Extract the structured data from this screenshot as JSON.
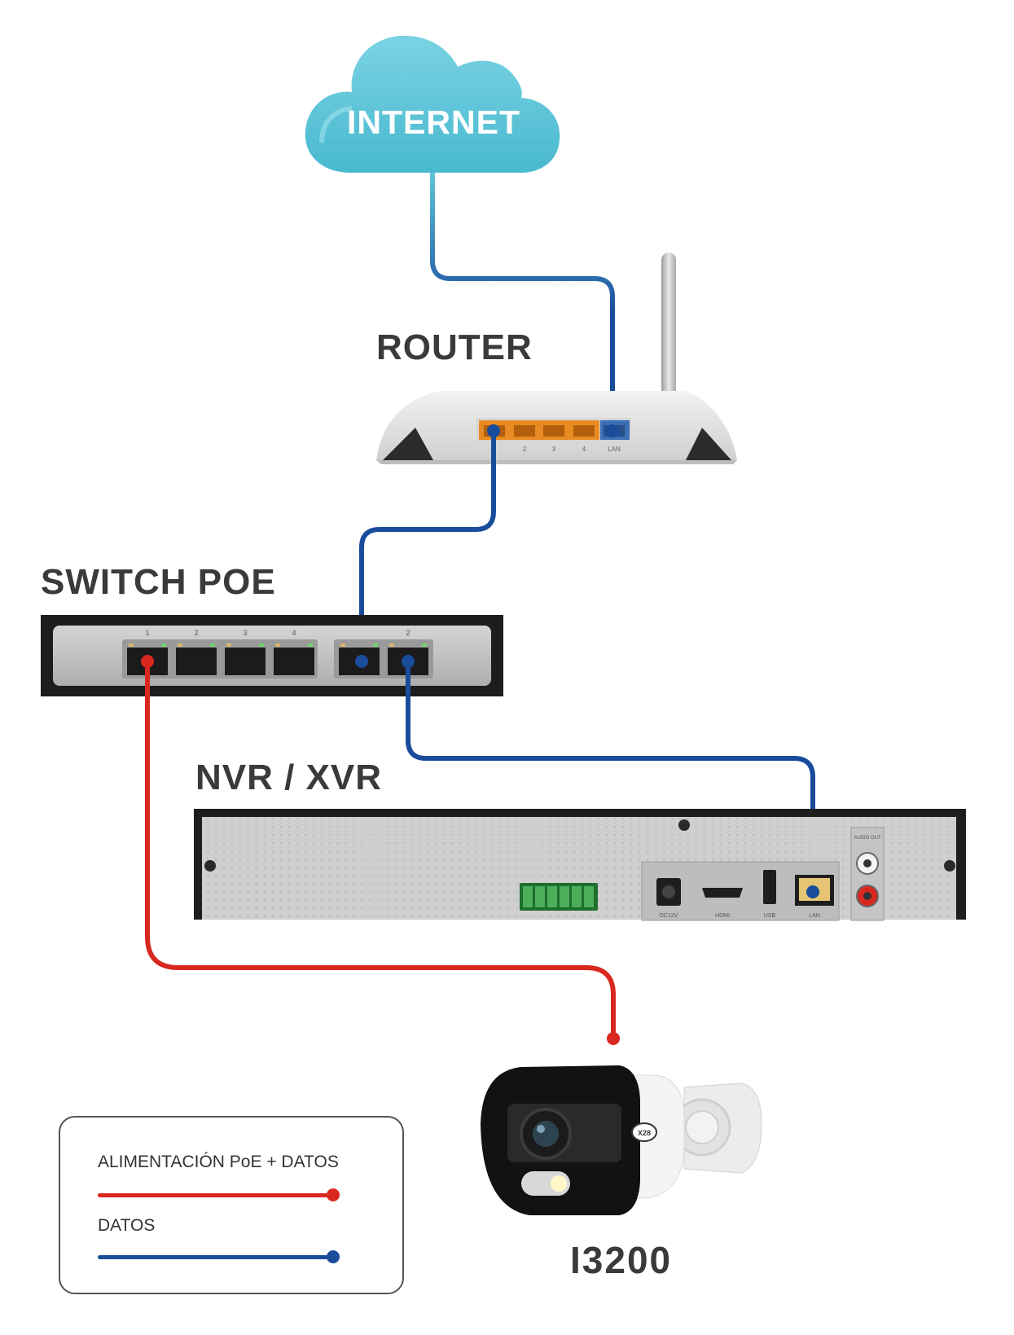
{
  "nodes": {
    "internet": "INTERNET",
    "router": "ROUTER",
    "switch": "SWITCH POE",
    "nvr": "NVR / XVR",
    "camera": "I3200"
  },
  "switch_ports": [
    "1",
    "2",
    "3",
    "4",
    "2"
  ],
  "router_port_labels": [
    "2",
    "3",
    "4",
    "LAN"
  ],
  "nvr_port_labels": [
    "DC12V",
    "HDMI",
    "USB",
    "LAN",
    "AUDIO OUT"
  ],
  "camera_brand": "X28",
  "legend": {
    "poe_label": "ALIMENTACIÓN PoE + DATOS",
    "data_label": "DATOS"
  },
  "colors": {
    "poe_cable": "#d9281f",
    "data_cable": "#1a4c9c",
    "cloud": "#5fc6d9",
    "router_ports": "#e88b22"
  }
}
